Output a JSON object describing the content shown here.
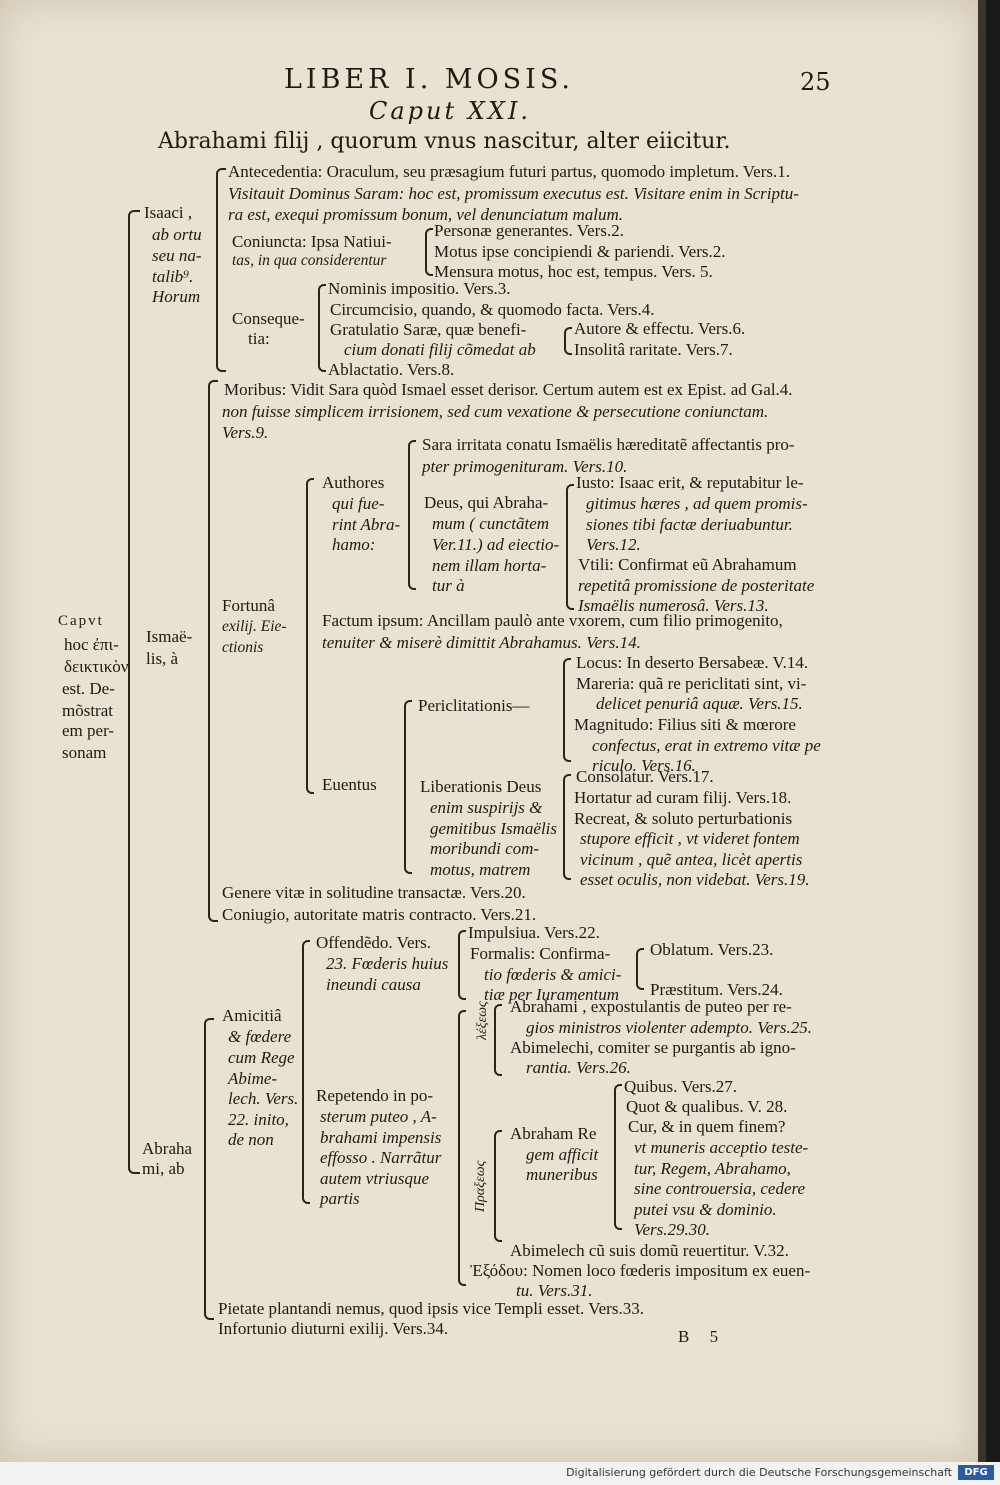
{
  "header": {
    "running_title": "LIBER I. MOSIS.",
    "page_number": "25"
  },
  "chapter": {
    "heading": "Caput XXI.",
    "title": "Abrahami filij , quorum vnus nascitur, alter eiicitur."
  },
  "root": {
    "label_lines": [
      "Capvt",
      "hoc ἐπι-",
      "δεικτικὸν",
      "est. De-",
      "mõstrat",
      "em per-",
      "sonam"
    ]
  },
  "isaac": {
    "label_lines": [
      "Isaaci ,",
      "ab ortu",
      "seu na-",
      "talib⁹.",
      "Horum"
    ],
    "antecedentia": {
      "lines": [
        "Antecedentia: Oraculum, seu præsagium futuri partus, quomodo impletum. Vers.1.",
        "Visitauit Dominus Saram: hoc est, promissum executus est. Visitare enim in Scriptu-",
        "ra est, exequi promissum bonum, vel denunciatum malum."
      ]
    },
    "coniuncta": {
      "label_lines": [
        "Coniuncta: Ipsa Natiui-",
        "tas, in qua considerentur"
      ],
      "items": [
        "Personæ generantes. Vers.2.",
        "Motus ipse concipiendi & pariendi. Vers.2.",
        "Mensura motus, hoc est, tempus. Vers. 5."
      ]
    },
    "consequentia": {
      "label_lines": [
        "Conseque-",
        "tia:"
      ],
      "items": [
        "Nominis impositio. Vers.3.",
        "Circumcisio, quando, & quomodo facta. Vers.4.",
        "Gratulatio Saræ, quæ benefi-",
        "cium donati filij cõmedat ab",
        "Ablactatio. Vers.8."
      ],
      "gratulatio_sub": [
        "Autore & effectu. Vers.6.",
        "Insolitâ raritate. Vers.7."
      ]
    }
  },
  "ismael": {
    "label_lines": [
      "Ismaë-",
      "lis, à"
    ],
    "moribus": [
      "Moribus: Vidit Sara quòd Ismael esset derisor. Certum autem est ex Epist. ad Gal.4.",
      "non fuisse simplicem irrisionem, sed cum vexatione & persecutione coniunctam.",
      "Vers.9."
    ],
    "fortuna_label": [
      "Fortunâ",
      "exilij. Eie-",
      "ctionis"
    ],
    "authores": {
      "label_lines": [
        "Authores",
        "qui fue-",
        "rint Abra-",
        "hamo:"
      ],
      "sara": [
        "Sara irritata conatu Ismaëlis hæreditatẽ affectantis pro-",
        "pter primogenituram. Vers.10."
      ],
      "deus_lines": [
        "Deus, qui Abraha-",
        "mum ( cunctãtem",
        "Ver.11.) ad eiectio-",
        "nem illam horta-",
        "tur à"
      ],
      "iusto": [
        "Iusto: Isaac erit, & reputabitur le-",
        "gitimus hæres , ad quem promis-",
        "siones tibi factæ deriuabuntur.",
        "Vers.12."
      ],
      "vtili": [
        "Vtili: Confirmat eũ Abrahamum",
        "repetitâ promissione de posteritate",
        "Ismaëlis numerosâ. Vers.13."
      ]
    },
    "factum": [
      "Factum ipsum: Ancillam paulò ante vxorem, cum filio primogenito,",
      "tenuiter & miserè dimittit Abrahamus. Vers.14."
    ],
    "euentus": {
      "label": "Euentus",
      "periclitationis": "Periclitationis—",
      "peri_items": [
        "Locus: In deserto Bersabeæ. V.14.",
        "Mareria: quã re periclitati sint, vi-",
        "delicet penuriâ aquæ. Vers.15.",
        "Magnitudo: Filius siti & mœrore",
        "confectus, erat in extremo vitæ pe",
        "riculo. Vers.16."
      ],
      "liberationis_lines": [
        "Liberationis Deus",
        "enim suspirijs &",
        "gemitibus Ismaëlis",
        "moribundi com-",
        "motus, matrem"
      ],
      "lib_items": [
        "Consolatur. Vers.17.",
        "Hortatur ad curam filij. Vers.18.",
        "Recreat, & soluto perturbationis",
        "stupore efficit , vt videret fontem",
        "vicinum , quẽ antea, licèt apertis",
        "esset oculis, non videbat. Vers.19."
      ]
    },
    "genere": "Genere vitæ in solitudine transactæ. Vers.20.",
    "coniugio": "Coniugio, autoritate matris contracto. Vers.21."
  },
  "abraham": {
    "label_lines": [
      "Abraha",
      "mi, ab"
    ],
    "amicitia_lines": [
      "Amicitiâ",
      "& fœdere",
      "cum Rege",
      "Abime-",
      "lech. Vers.",
      "22. inito,",
      "de non"
    ],
    "offendedo": {
      "label_lines": [
        "Offendẽdo. Vers.",
        "23. Fœderis huius",
        "ineundi causa"
      ],
      "impulsiua": "Impulsiua. Vers.22.",
      "formalis_lines": [
        "Formalis: Confirma-",
        "tio fœderis & amici-",
        "tiæ per Iuramentum"
      ],
      "oblatum": "Oblatum. Vers.23.",
      "praestitum": "Præstitum. Vers.24."
    },
    "repetendo_lines": [
      "Repetendo in po-",
      "sterum puteo , A-",
      "brahami impensis",
      "effosso . Narrãtur",
      "autem vtriusque",
      "partis"
    ],
    "lexis_label": "λέξεως",
    "lexis": [
      "Abrahami , expostulantis de puteo per re-",
      "gios ministros violenter adempto. Vers.25.",
      "Abimelechi, comiter se purgantis ab igno-",
      "rantia. Vers.26."
    ],
    "praxis_label": "Πραξεως",
    "abraham_rege": [
      "Abraham Re",
      "gem afficit",
      "muneribus"
    ],
    "quibus_items": [
      "Quibus. Vers.27.",
      "Quot & qualibus. V. 28.",
      "Cur, & in quem finem?",
      "vt muneris acceptio teste-",
      "tur, Regem, Abrahamo,",
      "sine controuersia, cedere",
      "putei vsu & dominio.",
      "Vers.29.30."
    ],
    "abimelech_rev": "Abimelech cũ suis domũ reuertitur. V.32.",
    "exodos_lines": [
      "Ἐξόδου: Nomen loco fœderis impositum ex euen-",
      "tu. Vers.31."
    ],
    "pietate": "Pietate plantandi nemus, quod ipsis vice Templi esset. Vers.33.",
    "infortunio": "Infortunio diuturni exilij. Vers.34."
  },
  "footer": {
    "signature": "B 5"
  },
  "strip": {
    "credit": "Digitalisierung gefördert durch die Deutsche Forschungsgemeinschaft",
    "logo_text": "DFG"
  }
}
